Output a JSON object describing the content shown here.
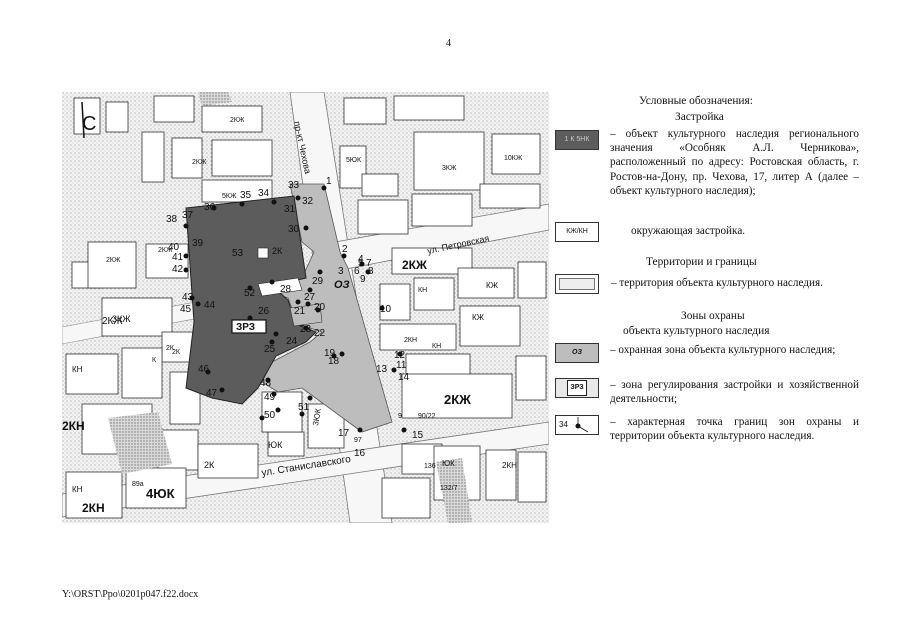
{
  "page": {
    "number": "4",
    "footer_path": "Y:\\ORST\\Ppo\\0201p047.f22.docx"
  },
  "legend": {
    "title": "Условные обозначения:",
    "section_building": "Застройка",
    "obj_swatch_text": "1 К 5НК",
    "obj_text": "– объект культурного наследия регионального значения «Особняк А.Л. Черникова», расположенный по адресу: Ростовская область, г. Ростов-на-Дону, пр. Чехова, 17, литер А (далее – объект культурного наследия);",
    "surround_swatch_text": "КЖ/КН",
    "surround_text": "окружающая застройка.",
    "section_territory": "Территории и границы",
    "territory_text": "– территория объекта культурного наследия.",
    "section_zones_1": "Зоны охраны",
    "section_zones_2": "объекта культурного наследия",
    "oz_swatch_text": "ОЗ",
    "oz_text": "– охранная зона объекта культурного наследия;",
    "zrz_swatch_text": "ЗРЗ",
    "zrz_text": "– зона регулирования застройки и хозяйственной деятельности;",
    "pt_swatch_text": "34",
    "pt_text": "– характерная точка границ зон охраны и территории объекта культурного наследия."
  },
  "map": {
    "north_label": "С",
    "streets": {
      "chekhova": "пр-кт Чехова",
      "petrovskaya": "ул. Петровская",
      "stanislavskogo": "ул. Станиславского"
    },
    "zone_labels": {
      "oz": "ОЗ",
      "zrz": "ЗРЗ"
    },
    "blocks": [
      "2КЖ",
      "2КЖ",
      "2КЖ",
      "4ЮК",
      "2КН",
      "3КЖ",
      "2КН",
      "КН",
      "5КЖ",
      "3КЖ",
      "2КЖ",
      "5ЮК",
      "10КЖ",
      "2К",
      "ЮК",
      "2К",
      "3ЮК",
      "2КЖ",
      "КН",
      "2КН",
      "КН",
      "2К",
      "КН",
      "ЮК",
      "2КН",
      "КЖ",
      "КЖ",
      "2К",
      "К",
      "2КЖ",
      "2КЖ"
    ],
    "points": [
      "1",
      "2",
      "3",
      "4",
      "5",
      "6",
      "7",
      "8",
      "9",
      "10",
      "11",
      "12",
      "13",
      "14",
      "15",
      "16",
      "17",
      "18",
      "19",
      "20",
      "21",
      "22",
      "23",
      "24",
      "25",
      "26",
      "27",
      "28",
      "29",
      "30",
      "31",
      "32",
      "33",
      "34",
      "35",
      "36",
      "37",
      "38",
      "39",
      "40",
      "41",
      "42",
      "43",
      "44",
      "45",
      "46",
      "47",
      "48",
      "49",
      "50",
      "51",
      "52",
      "53"
    ],
    "house_numbers": [
      "90/22",
      "97",
      "136",
      "132/7",
      "89а",
      "9"
    ]
  }
}
